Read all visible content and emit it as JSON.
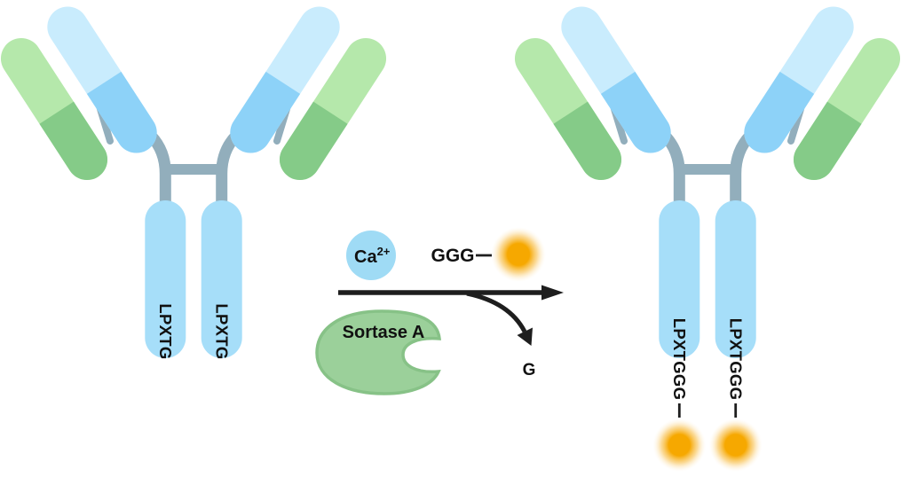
{
  "colors": {
    "background": "#ffffff",
    "pale_blue": "#c9ecfd",
    "mid_blue": "#8dd2f8",
    "stem_blue": "#a6def9",
    "pale_green": "#b5e8ab",
    "mid_green": "#85cb88",
    "hinge_gray": "#92aebc",
    "ion_blue": "#9fdbf5",
    "enzyme_green": "#9bd09a",
    "enzyme_edge": "#87c287",
    "probe_core": "#f6a800",
    "probe_mid": "#f8bc42",
    "probe_faint": "#fdf0d8",
    "arrow_black": "#1e1e1e",
    "label_black": "#111111"
  },
  "left_antibody": {
    "stem_labels": [
      "LPXTG",
      "LPXTG"
    ]
  },
  "right_antibody": {
    "stem_labels": [
      "LPXTGGG",
      "LPXTGGG"
    ]
  },
  "reaction": {
    "ion": {
      "element": "Ca",
      "charge": "2+"
    },
    "peptide_label": "GGG",
    "enzyme_label": "Sortase A",
    "byproduct_label": "G"
  }
}
